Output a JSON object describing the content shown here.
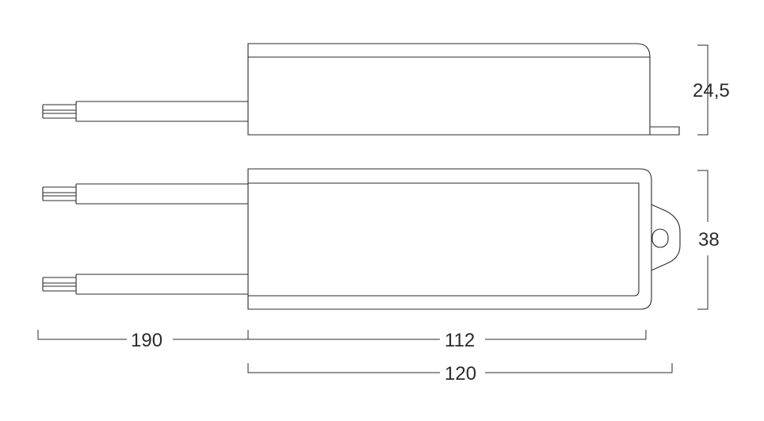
{
  "dimensions": {
    "height_side": "24,5",
    "width_top": "38",
    "cable_length": "190",
    "body_length": "112",
    "overall_length": "120"
  },
  "colors": {
    "line": "#2b2b2b",
    "background": "#ffffff"
  }
}
